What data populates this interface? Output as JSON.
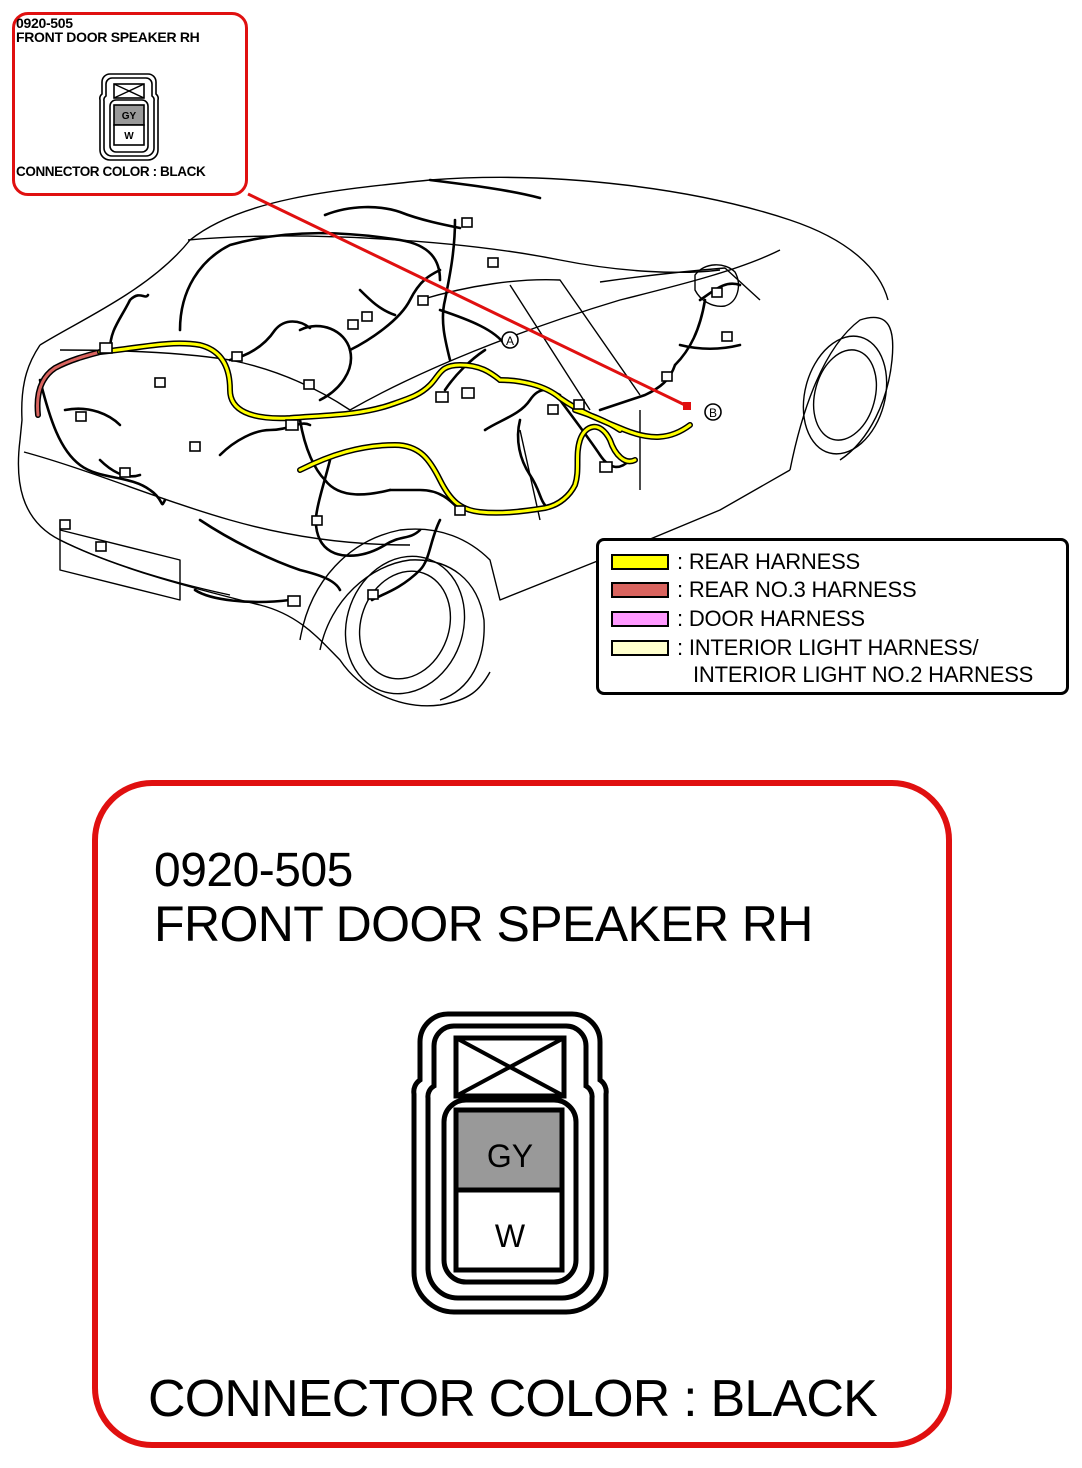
{
  "connector": {
    "code": "0920-505",
    "name": "FRONT DOOR SPEAKER RH",
    "color_label": "CONNECTOR COLOR : BLACK",
    "pins": [
      {
        "label": "GY",
        "fill": "#999999"
      },
      {
        "label": "W",
        "fill": "#ffffff"
      }
    ]
  },
  "markers": {
    "a": "A",
    "b": "B"
  },
  "legend": {
    "items": [
      {
        "swatch": "#ffff00",
        "text": ": REAR HARNESS"
      },
      {
        "swatch": "#d9645f",
        "text": ": REAR NO.3 HARNESS"
      },
      {
        "swatch": "#ff99ff",
        "text": ": DOOR HARNESS"
      },
      {
        "swatch": "#ffffcc",
        "text": ": INTERIOR LIGHT HARNESS/",
        "text2": "INTERIOR LIGHT NO.2 HARNESS"
      }
    ]
  },
  "colors": {
    "callout_border": "#e01010",
    "leader_line": "#e01010",
    "wire": "#000000"
  }
}
